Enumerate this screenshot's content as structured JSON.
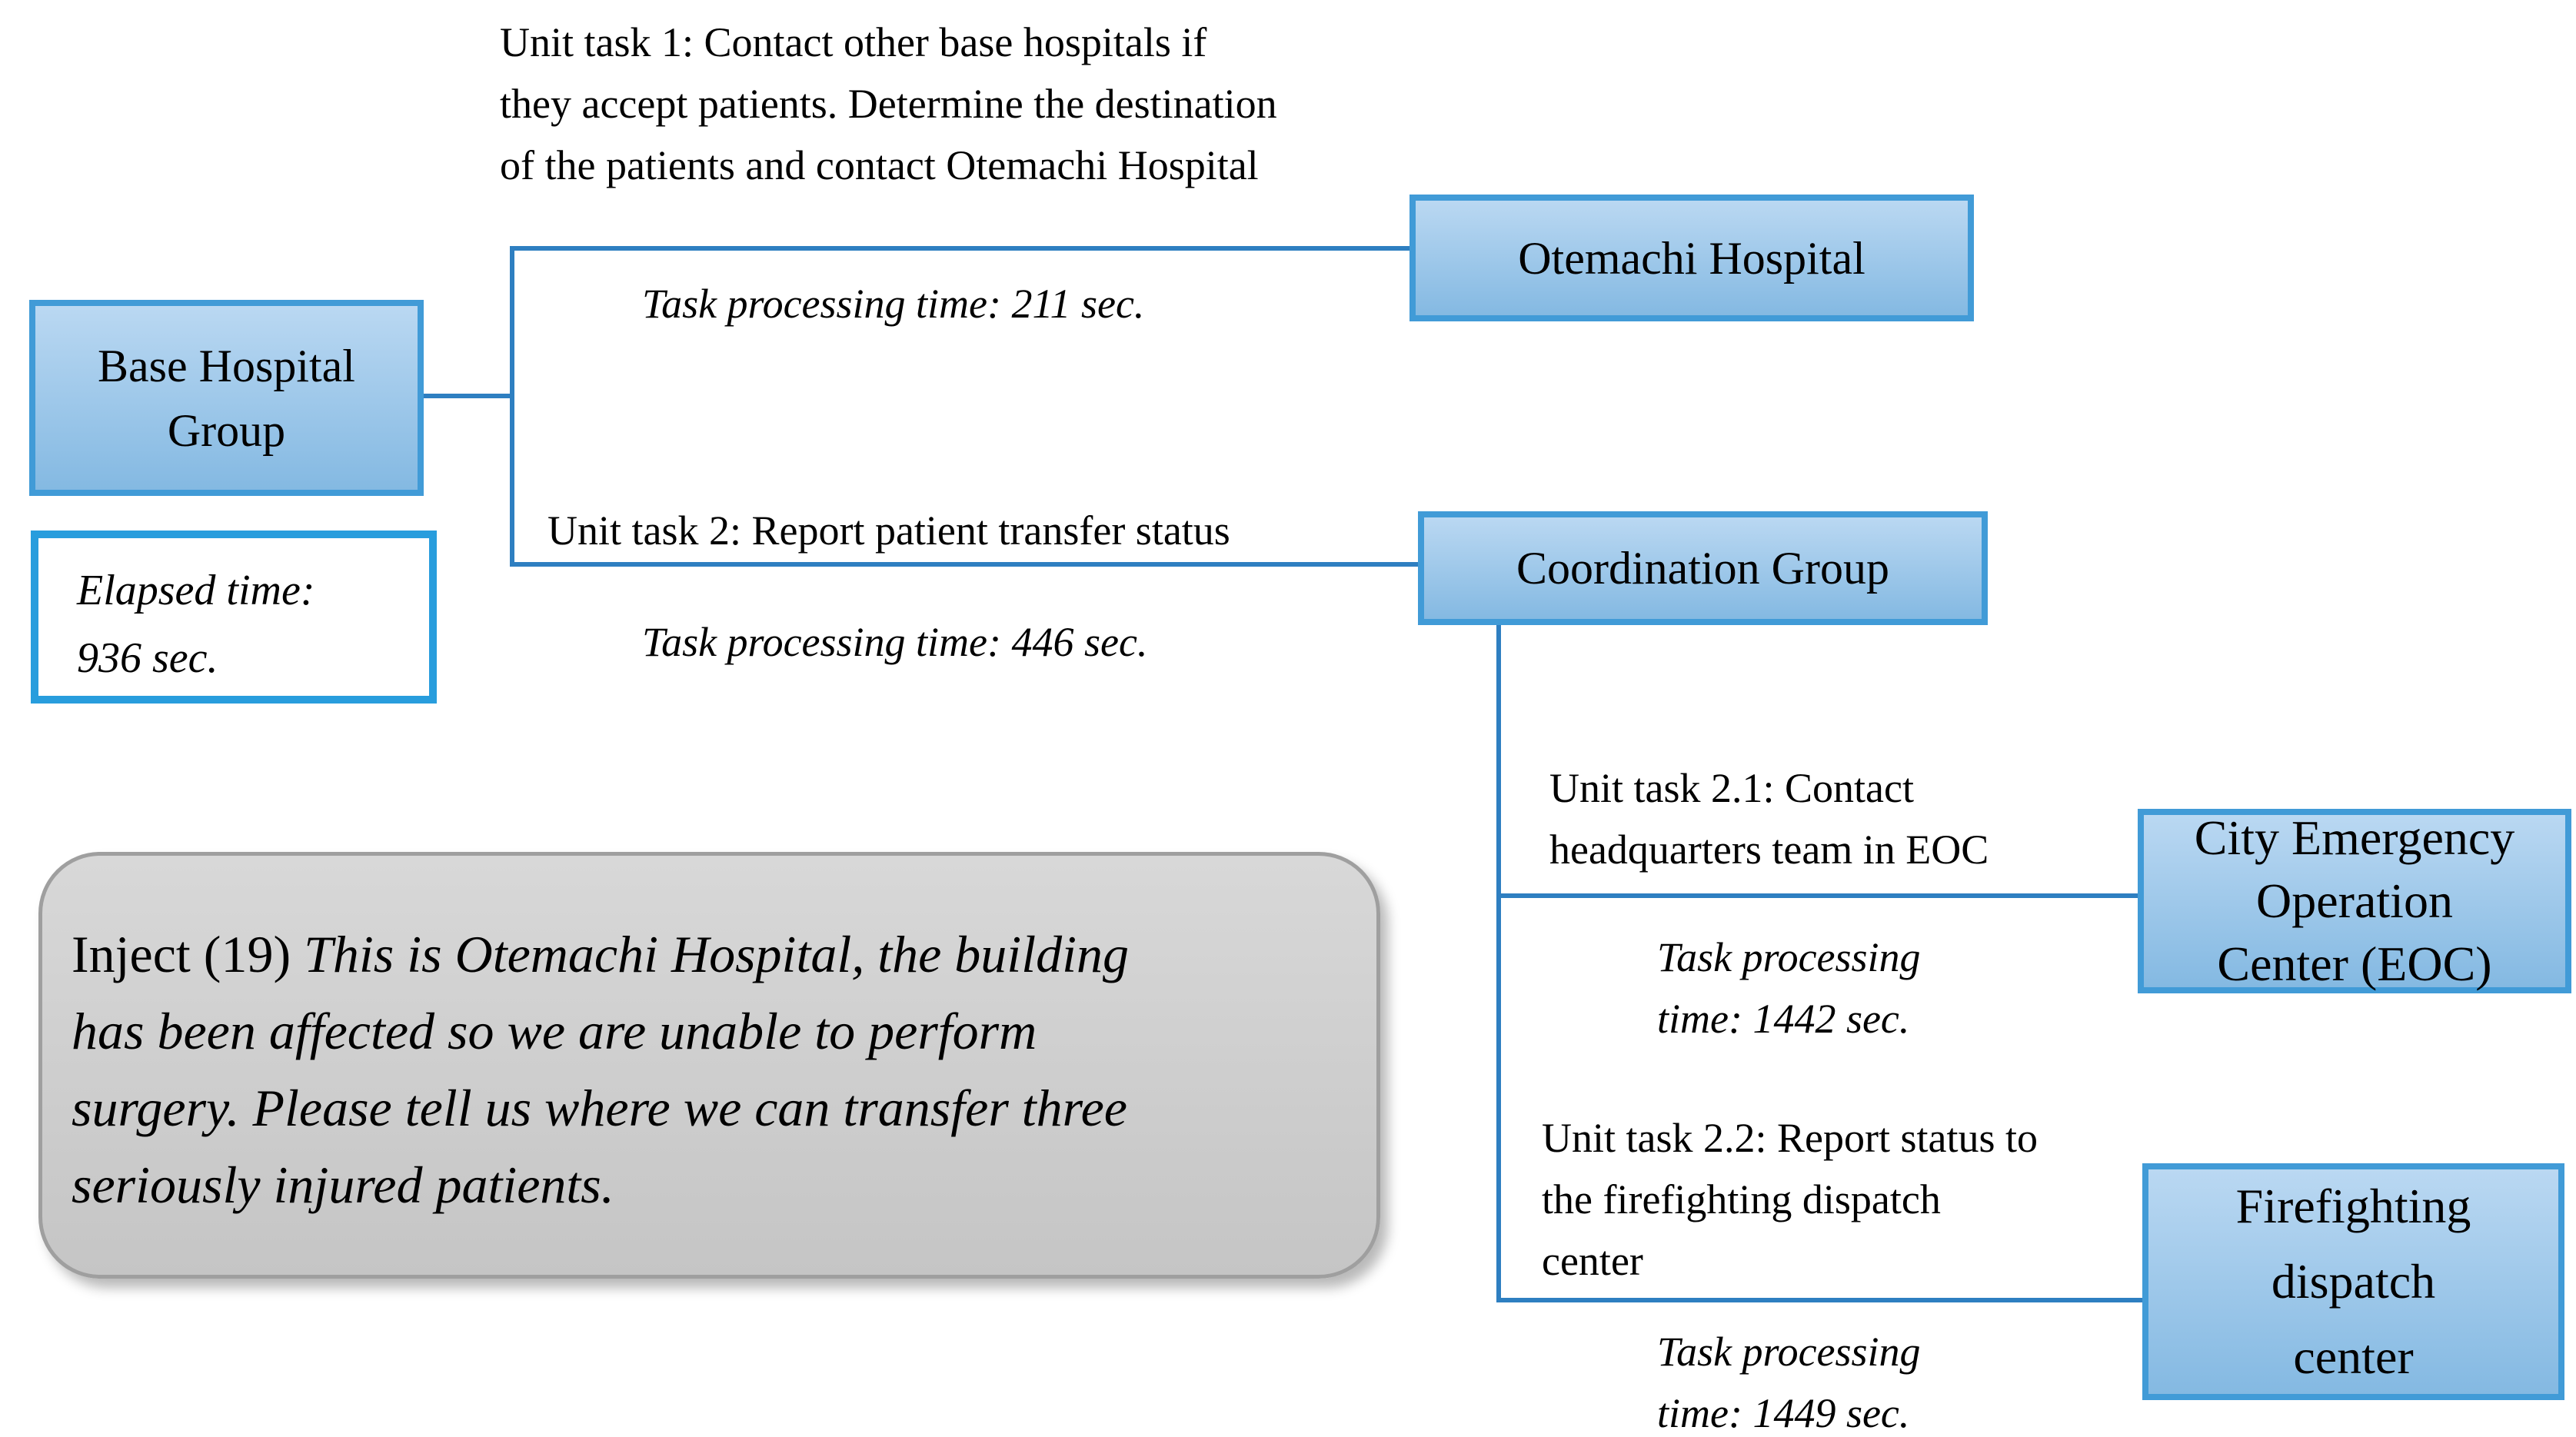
{
  "colors": {
    "line_color": "#2e7fc1",
    "node_border": "#419bd7",
    "node_fill_top": "#bad8f2",
    "node_fill_bottom": "#84b9e2",
    "elapsed_border": "#289ddd",
    "inject_fill_top": "#d8d8d8",
    "inject_fill_bottom": "#c5c5c5",
    "inject_border": "#9f9f9f",
    "text_color": "#000000"
  },
  "nodes": {
    "base_hospital_group": {
      "lines": [
        "Base Hospital",
        "Group"
      ]
    },
    "otemachi_hospital": {
      "label": "Otemachi Hospital"
    },
    "coordination_group": {
      "label": "Coordination Group"
    },
    "city_eoc": {
      "lines": [
        "City Emergency",
        "Operation",
        "Center (EOC)"
      ]
    },
    "firefighting_dispatch_center": {
      "lines": [
        "Firefighting",
        "dispatch",
        "center"
      ]
    }
  },
  "annotations": {
    "unit_task_1": {
      "lines": [
        "Unit task 1: Contact other base hospitals if",
        "they accept patients. Determine the destination",
        "of the patients and contact Otemachi Hospital"
      ]
    },
    "task_time_1": "Task processing time: 211 sec.",
    "unit_task_2": "Unit task 2: Report patient transfer status",
    "task_time_2": "Task processing time: 446 sec.",
    "unit_task_2_1": {
      "lines": [
        "Unit task 2.1: Contact",
        "headquarters team in EOC"
      ]
    },
    "task_time_2_1": {
      "lines": [
        "Task processing",
        "time: 1442 sec."
      ]
    },
    "unit_task_2_2": {
      "lines": [
        "Unit task 2.2: Report status to",
        "the firefighting dispatch",
        "center"
      ]
    },
    "task_time_2_2": {
      "lines": [
        "Task processing",
        "time: 1449 sec."
      ]
    },
    "elapsed_time": {
      "lines": [
        "Elapsed time:",
        "936 sec."
      ]
    },
    "inject": {
      "prefix": "Inject (19) ",
      "lines": [
        "This is Otemachi Hospital, the building",
        "has been affected so we are unable to perform",
        "surgery. Please tell us where we can transfer three",
        "seriously injured patients."
      ]
    }
  }
}
